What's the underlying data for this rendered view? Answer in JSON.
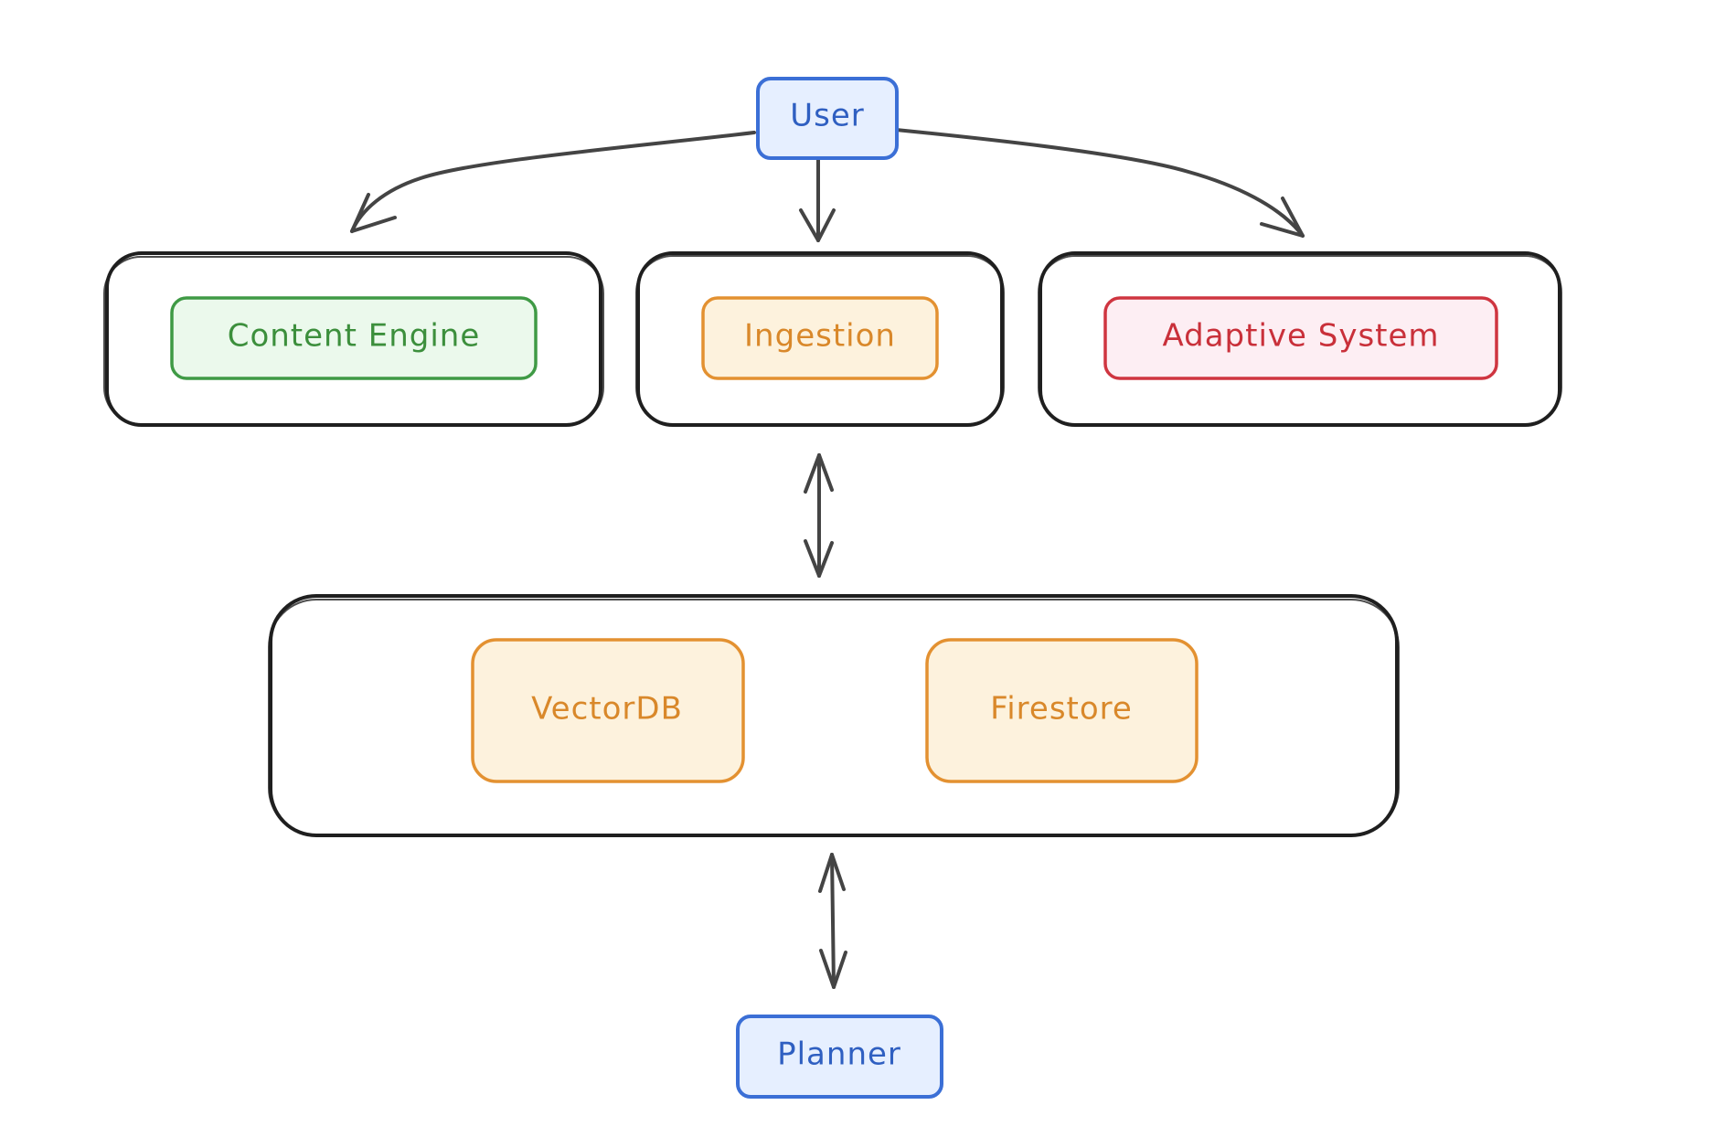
{
  "nodes": {
    "user": {
      "label": "User"
    },
    "content_engine": {
      "label": "Content Engine"
    },
    "ingestion": {
      "label": "Ingestion"
    },
    "adaptive_system": {
      "label": "Adaptive System"
    },
    "vectordb": {
      "label": "VectorDB"
    },
    "firestore": {
      "label": "Firestore"
    },
    "planner": {
      "label": "Planner"
    }
  },
  "colors": {
    "blue_fill": "#e6efff",
    "blue_stroke": "#3b6fd6",
    "green_fill": "#ebf9ec",
    "green_stroke": "#3f9a45",
    "orange_fill": "#fdf2dd",
    "orange_stroke": "#e39131",
    "red_fill": "#fdeef3",
    "red_stroke": "#cf3540",
    "outline": "#1f1f1f",
    "arrow": "#444444"
  },
  "edges": [
    {
      "from": "User",
      "to": "Content Engine",
      "direction": "forward"
    },
    {
      "from": "User",
      "to": "Ingestion",
      "direction": "forward"
    },
    {
      "from": "User",
      "to": "Adaptive System",
      "direction": "forward"
    },
    {
      "from": "Ingestion",
      "to": "VectorDB / Firestore",
      "direction": "both"
    },
    {
      "from": "VectorDB / Firestore",
      "to": "Planner",
      "direction": "both"
    }
  ]
}
